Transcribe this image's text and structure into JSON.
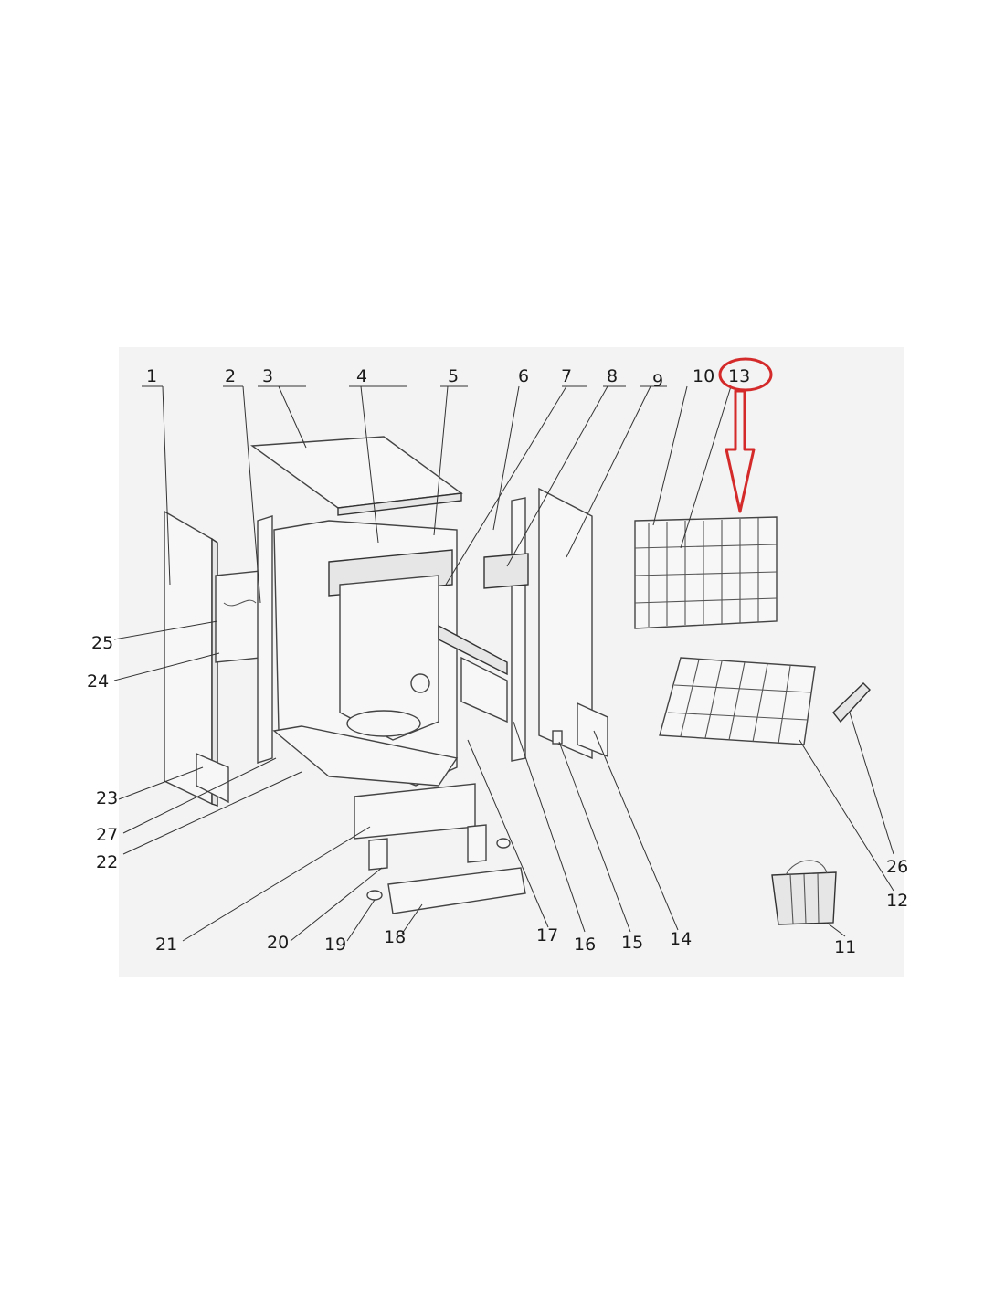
{
  "diagram": {
    "highlight_color": "#d42a2a",
    "highlighted_label": "13",
    "parts": [
      {
        "label": "1"
      },
      {
        "label": "2"
      },
      {
        "label": "3"
      },
      {
        "label": "4"
      },
      {
        "label": "5"
      },
      {
        "label": "6"
      },
      {
        "label": "7"
      },
      {
        "label": "8"
      },
      {
        "label": "9"
      },
      {
        "label": "10"
      },
      {
        "label": "13"
      },
      {
        "label": "25"
      },
      {
        "label": "24"
      },
      {
        "label": "23"
      },
      {
        "label": "27"
      },
      {
        "label": "22"
      },
      {
        "label": "21"
      },
      {
        "label": "20"
      },
      {
        "label": "19"
      },
      {
        "label": "18"
      },
      {
        "label": "17"
      },
      {
        "label": "16"
      },
      {
        "label": "15"
      },
      {
        "label": "14"
      },
      {
        "label": "26"
      },
      {
        "label": "12"
      },
      {
        "label": "11"
      }
    ]
  }
}
